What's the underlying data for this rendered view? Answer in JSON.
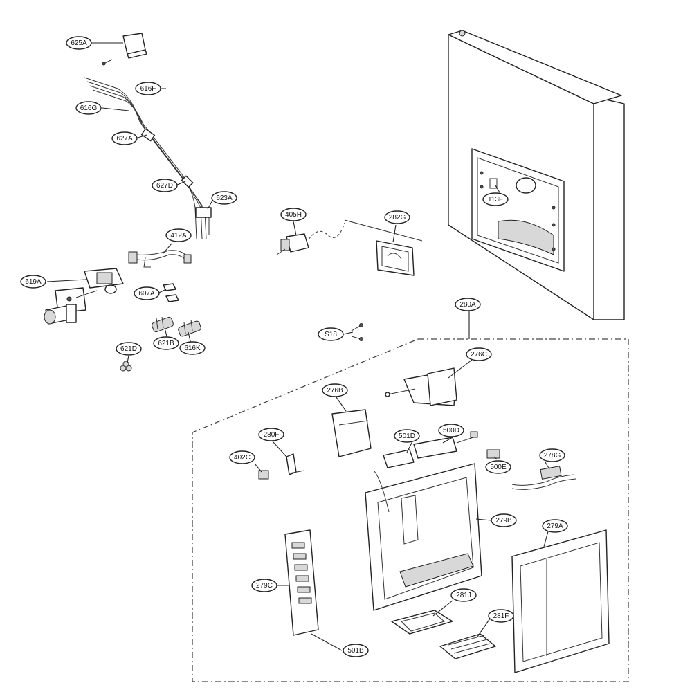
{
  "diagram": {
    "labels": [
      {
        "id": "625A",
        "text": "625A"
      },
      {
        "id": "616F",
        "text": "616F"
      },
      {
        "id": "616G",
        "text": "616G"
      },
      {
        "id": "627A",
        "text": "627A"
      },
      {
        "id": "627D",
        "text": "627D"
      },
      {
        "id": "623A",
        "text": "623A"
      },
      {
        "id": "412A",
        "text": "412A"
      },
      {
        "id": "619A",
        "text": "619A"
      },
      {
        "id": "607A",
        "text": "607A"
      },
      {
        "id": "621B",
        "text": "621B"
      },
      {
        "id": "616K",
        "text": "616K"
      },
      {
        "id": "621D",
        "text": "621D"
      },
      {
        "id": "405H",
        "text": "405H"
      },
      {
        "id": "282G",
        "text": "282G"
      },
      {
        "id": "113F",
        "text": "113F"
      },
      {
        "id": "280A",
        "text": "280A"
      },
      {
        "id": "S18",
        "text": "S18"
      },
      {
        "id": "276C",
        "text": "276C"
      },
      {
        "id": "276B",
        "text": "276B"
      },
      {
        "id": "501D",
        "text": "501D"
      },
      {
        "id": "500D",
        "text": "500D"
      },
      {
        "id": "280F",
        "text": "280F"
      },
      {
        "id": "402C",
        "text": "402C"
      },
      {
        "id": "500E",
        "text": "500E"
      },
      {
        "id": "278G",
        "text": "278G"
      },
      {
        "id": "279B",
        "text": "279B"
      },
      {
        "id": "279A",
        "text": "279A"
      },
      {
        "id": "279C",
        "text": "279C"
      },
      {
        "id": "281J",
        "text": "281J"
      },
      {
        "id": "281F",
        "text": "281F"
      },
      {
        "id": "501B",
        "text": "501B"
      }
    ]
  }
}
